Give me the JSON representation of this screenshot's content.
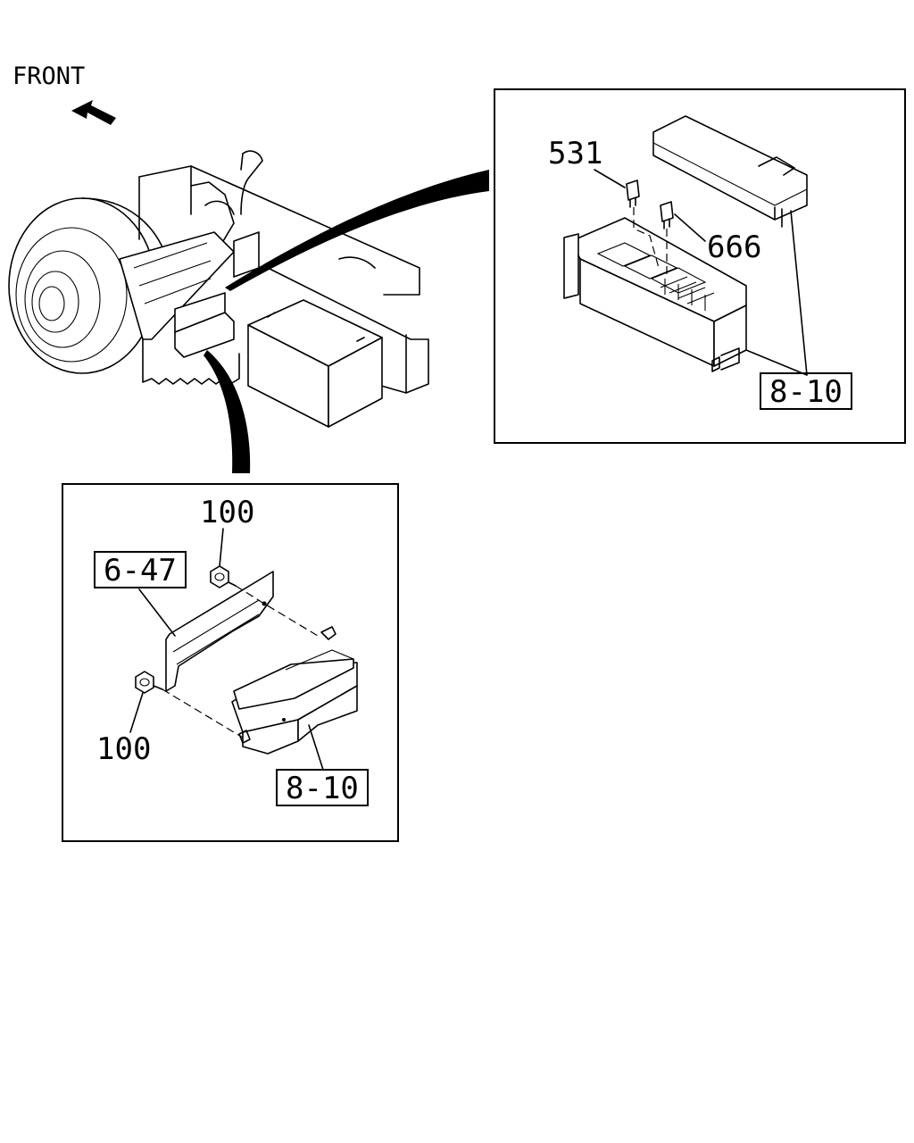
{
  "direction": {
    "label": "FRONT",
    "icon": "front-arrow-icon"
  },
  "callouts": {
    "relay_531": "531",
    "relay_666": "666",
    "fuse_box_ref_detail": "8-10",
    "bracket_ref": "6-47",
    "nut_upper": "100",
    "nut_lower": "100",
    "fuse_box_ref_mount": "8-10"
  }
}
